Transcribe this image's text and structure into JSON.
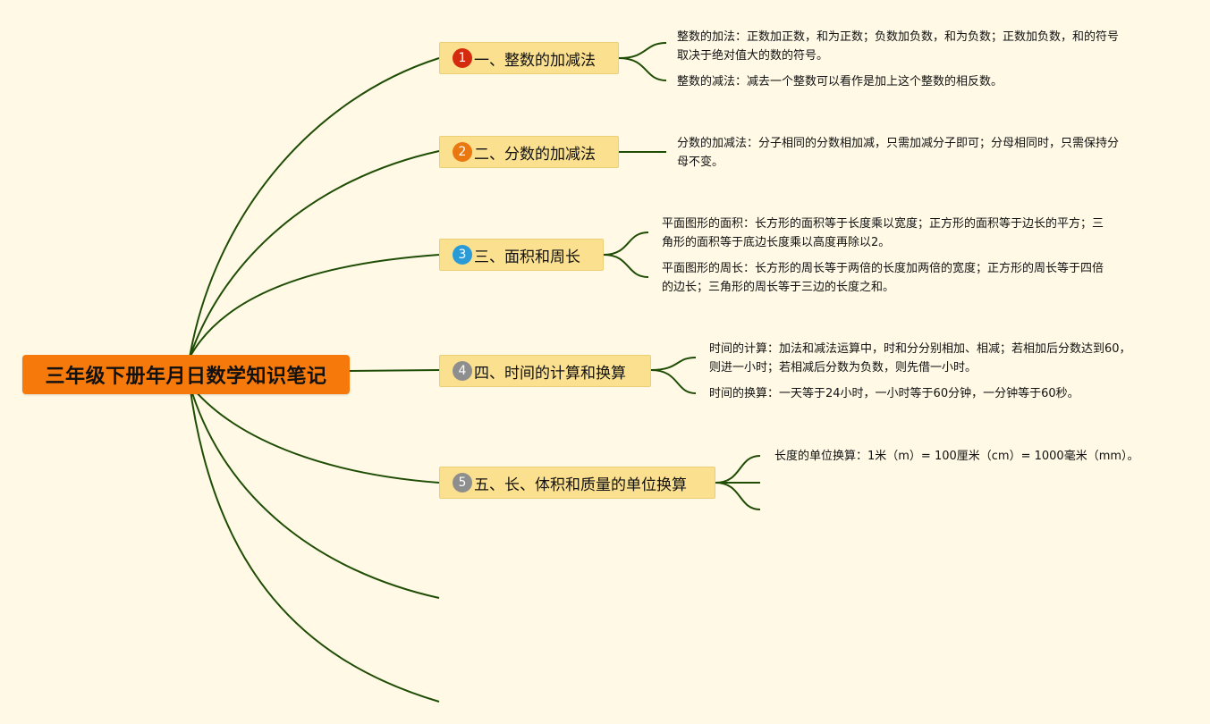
{
  "root": {
    "title": "三年级下册年月日数学知识笔记"
  },
  "branches": [
    {
      "num": "1",
      "badge_color": "#d42a0d",
      "title": "一、整数的加减法",
      "notes": [
        "整数的加法：正数加正数，和为正数；负数加负数，和为负数；正数加负数，和的符号取决于绝对值大的数的符号。",
        "整数的减法：减去一个整数可以看作是加上这个整数的相反数。"
      ]
    },
    {
      "num": "2",
      "badge_color": "#e8780f",
      "title": "二、分数的加减法",
      "notes": [
        "分数的加减法：分子相同的分数相加减，只需加减分子即可；分母相同时，只需保持分母不变。"
      ]
    },
    {
      "num": "3",
      "badge_color": "#2a9bd6",
      "title": "三、面积和周长",
      "notes": [
        "平面图形的面积：长方形的面积等于长度乘以宽度；正方形的面积等于边长的平方；三角形的面积等于底边长度乘以高度再除以2。",
        "平面图形的周长：长方形的周长等于两倍的长度加两倍的宽度；正方形的周长等于四倍的边长；三角形的周长等于三边的长度之和。"
      ]
    },
    {
      "num": "4",
      "badge_color": "#8e8e8e",
      "title": "四、时间的计算和换算",
      "notes": [
        "时间的计算：加法和减法运算中，时和分分别相加、相减；若相加后分数达到60，则进一小时；若相减后分数为负数，则先借一小时。",
        "时间的换算：一天等于24小时，一小时等于60分钟，一分钟等于60秒。"
      ]
    },
    {
      "num": "5",
      "badge_color": "#8e8e8e",
      "title": "五、长、体积和质量的单位换算",
      "notes": [
        "长度的单位换算：1米（m）= 100厘米（cm）= 1000毫米（mm）。"
      ]
    }
  ],
  "colors": {
    "background": "#fff9e6",
    "root_fill": "#f5790b",
    "branch_fill": "#fbe08f",
    "connector": "#1f4d05"
  }
}
